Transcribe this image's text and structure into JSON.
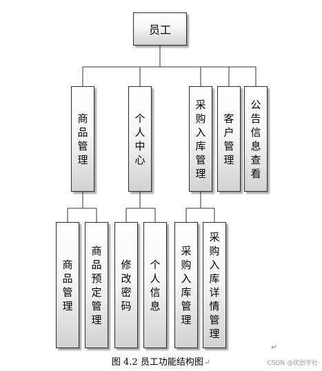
{
  "root": {
    "label": "员工"
  },
  "level1": [
    {
      "label": "商品管理"
    },
    {
      "label": "个人中心"
    },
    {
      "label": "采购入库管理"
    },
    {
      "label": "客户管理"
    },
    {
      "label": "公告信息查看"
    }
  ],
  "level2": [
    {
      "label": "商品管理"
    },
    {
      "label": "商品预定管理"
    },
    {
      "label": "修改密码"
    },
    {
      "label": "个人信息"
    },
    {
      "label": "采购入库管理"
    },
    {
      "label": "采购入库详情管理"
    }
  ],
  "caption": {
    "text": "图 4.2  员工功能结构图",
    "mark": "↵"
  },
  "para_mark": "↵",
  "watermark": "CSDN @优创学社"
}
